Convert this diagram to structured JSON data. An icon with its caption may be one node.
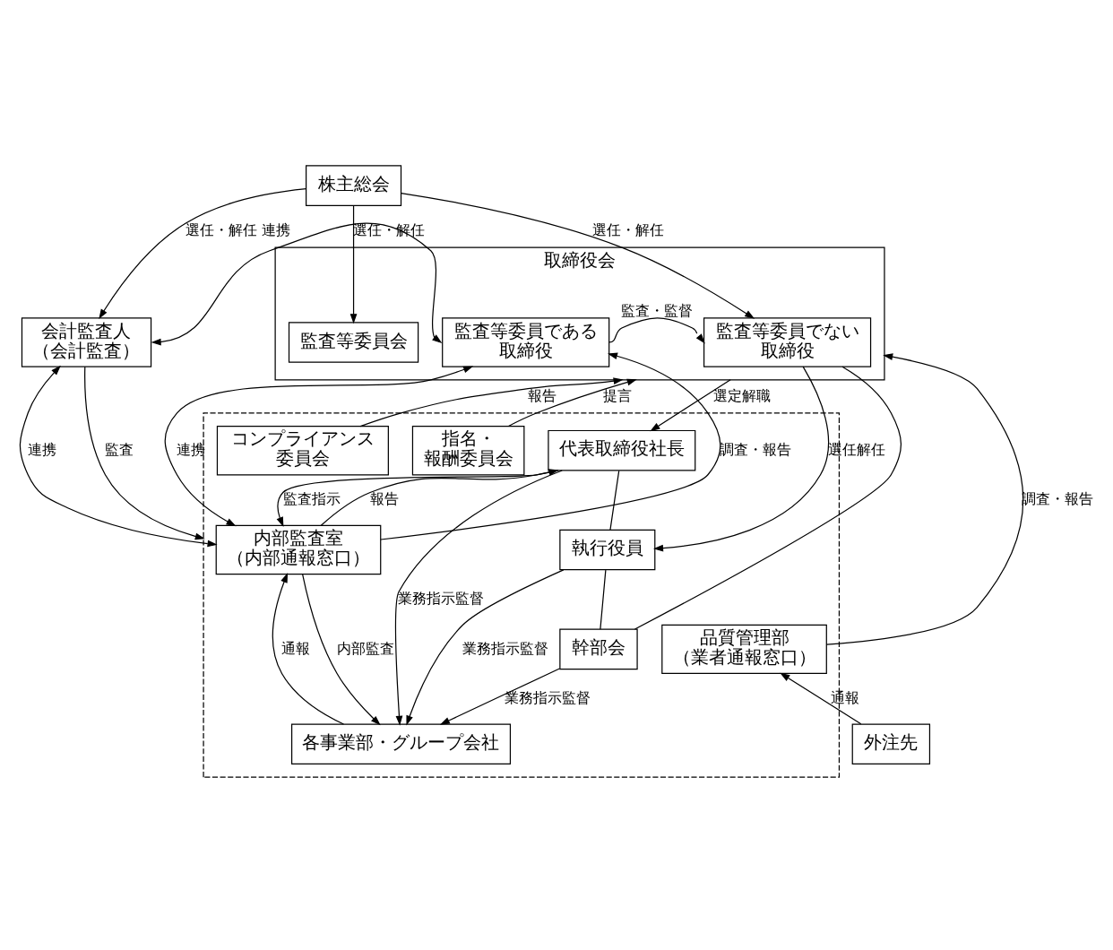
{
  "diagram": {
    "nodes": [
      {
        "text": [
          "株主総会"
        ]
      },
      {
        "text": [
          "会計監査人（会計監査）"
        ]
      },
      {
        "text": [
          "取締役会"
        ]
      },
      {
        "text": [
          "監査等委員会"
        ],
        "in": 2
      },
      {
        "text": [
          "監査等委員である取締役"
        ],
        "in": 2
      },
      {
        "text": [
          "監査等委員でない取締役"
        ],
        "in": 2
      },
      {
        "text": [],
        "shape": "box"
      },
      {
        "text": [
          "コンプライアンス委員会"
        ],
        "in": 6
      },
      {
        "text": [
          "指名・報酬委員会"
        ],
        "in": 6
      },
      {
        "text": [
          "代表取締役社長"
        ],
        "in": 6
      },
      {
        "text": [
          "内部監査室（内部通報窓口）"
        ],
        "in": 6
      },
      {
        "text": [
          "執行役員"
        ],
        "in": 6
      },
      {
        "text": [
          "幹部会"
        ],
        "in": 6
      },
      {
        "text": [
          "品質管理部（業者通報窓口）"
        ],
        "in": 6
      },
      {
        "text": [
          "各事業部・グループ会社"
        ],
        "in": 6
      },
      {
        "text": [
          "外注先"
        ]
      }
    ],
    "edges": [
      {
        "from": 0,
        "to": 1,
        "arrow": "to",
        "label": "選任・解任"
      },
      {
        "from": 0,
        "to": 3,
        "arrow": "to",
        "label": "選任・解任"
      },
      {
        "from": 0,
        "to": 5,
        "arrow": "to",
        "label": "選任・解任"
      },
      {
        "from": 1,
        "to": 4,
        "arrow": "both",
        "label": "連携"
      },
      {
        "from": 4,
        "to": 5,
        "arrow": "to",
        "label": "監査・監督"
      },
      {
        "from": 7,
        "to": 2,
        "arrow": "to",
        "label": "報告"
      },
      {
        "from": 8,
        "to": 2,
        "arrow": "to",
        "label": "提言"
      },
      {
        "from": 2,
        "to": 9,
        "arrow": "to",
        "label": "選定解職"
      },
      {
        "from": 5,
        "to": 11,
        "arrow": "to",
        "label": "選任解任"
      },
      {
        "from": 5,
        "to": 12,
        "arrow": "none"
      },
      {
        "from": 11,
        "to": 12,
        "arrow": "none"
      },
      {
        "from": 1,
        "to": 10,
        "arrow": "both",
        "label": "連携"
      },
      {
        "from": 1,
        "to": 6,
        "arrow": "to",
        "label": "監査"
      },
      {
        "from": 4,
        "to": 10,
        "arrow": "both",
        "label": "連携"
      },
      {
        "from": 10,
        "to": 4,
        "arrow": "to",
        "label": "調査・報告"
      },
      {
        "from": 9,
        "to": 10,
        "arrow": "to",
        "label": "監査指示"
      },
      {
        "from": 10,
        "to": 9,
        "arrow": "to",
        "label": "報告"
      },
      {
        "from": 9,
        "to": 11,
        "arrow": "none"
      },
      {
        "from": 10,
        "to": 14,
        "arrow": "to",
        "label": "内部監査"
      },
      {
        "from": 14,
        "to": 10,
        "arrow": "to",
        "label": "通報"
      },
      {
        "from": 9,
        "to": 14,
        "arrow": "to",
        "label": "業務指示監督"
      },
      {
        "from": 11,
        "to": 14,
        "arrow": "to",
        "label": "業務指示監督"
      },
      {
        "from": 12,
        "to": 14,
        "arrow": "to",
        "label": "業務指示監督"
      },
      {
        "from": 13,
        "to": 2,
        "arrow": "to",
        "label": "調査・報告"
      },
      {
        "from": 15,
        "to": 13,
        "arrow": "to",
        "label": "通報"
      }
    ]
  }
}
